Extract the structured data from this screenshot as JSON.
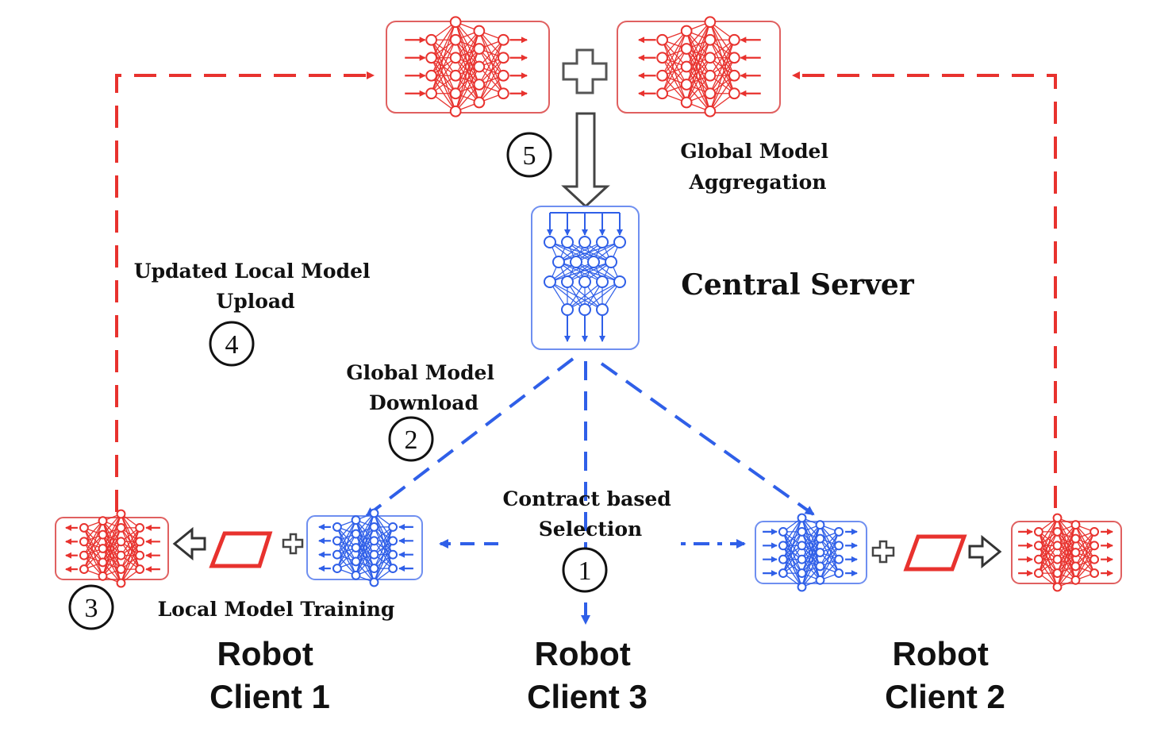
{
  "colors": {
    "red": "#e8322e",
    "red_border": "#e06060",
    "blue": "#2f5fe8",
    "blue_border": "#6f8ff0",
    "ink": "#111111"
  },
  "labels": {
    "global_model_aggregation": [
      "Global Model",
      "Aggregation"
    ],
    "central_server": "Central Server",
    "updated_local_model_upload": [
      "Updated Local Model",
      "Upload"
    ],
    "global_model_download": [
      "Global Model",
      "Download"
    ],
    "contract_based_selection": [
      "Contract based",
      "Selection"
    ],
    "local_model_training": "Local Model Training",
    "robot_client_1": [
      "Robot",
      "Client 1"
    ],
    "robot_client_2": [
      "Robot",
      "Client 2"
    ],
    "robot_client_3": [
      "Robot",
      "Client 3"
    ]
  },
  "step_numbers": {
    "step1": "1",
    "step2": "2",
    "step3": "3",
    "step4": "4",
    "step5": "5"
  },
  "icons": {
    "plus": "plus-icon",
    "hollow_arrow": "hollow-arrow-icon",
    "data_sheet": "data-sheet-icon",
    "neural_network": "neural-network-icon"
  }
}
